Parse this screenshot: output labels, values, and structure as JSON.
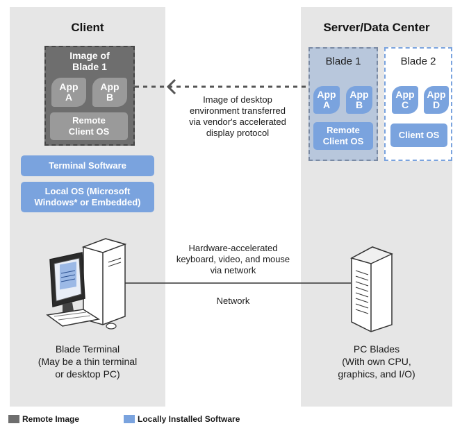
{
  "client": {
    "title": "Client",
    "image_box": {
      "title_line1": "Image of",
      "title_line2": "Blade 1",
      "app_a": [
        "App",
        "A"
      ],
      "app_b": [
        "App",
        "B"
      ],
      "os_line1": "Remote",
      "os_line2": "Client OS"
    },
    "terminal_software": "Terminal Software",
    "local_os_line1": "Local OS (Microsoft",
    "local_os_line2": "Windows* or Embedded)",
    "device_caption": [
      "Blade Terminal",
      "(May be a thin terminal",
      "or desktop PC)"
    ]
  },
  "server": {
    "title": "Server/Data Center",
    "blade1": {
      "title": "Blade 1",
      "app_a": [
        "App",
        "A"
      ],
      "app_b": [
        "App",
        "B"
      ],
      "os_line1": "Remote",
      "os_line2": "Client OS"
    },
    "blade2": {
      "title": "Blade 2",
      "app_c": [
        "App",
        "C"
      ],
      "app_d": [
        "App",
        "D"
      ],
      "os": "Client OS"
    },
    "device_caption": [
      "PC Blades",
      "(With own CPU,",
      "graphics, and I/O)"
    ]
  },
  "transfer_label": [
    "Image of desktop",
    "environment transferred",
    "via vendor's accelerated",
    "display protocol"
  ],
  "network_label": [
    "Hardware-accelerated",
    "keyboard, video, and mouse",
    "via network"
  ],
  "network_word": "Network",
  "legend": {
    "remote": "Remote Image",
    "local": "Locally Installed Software",
    "remote_color": "#6e6e6e",
    "local_color": "#7aa3de"
  }
}
